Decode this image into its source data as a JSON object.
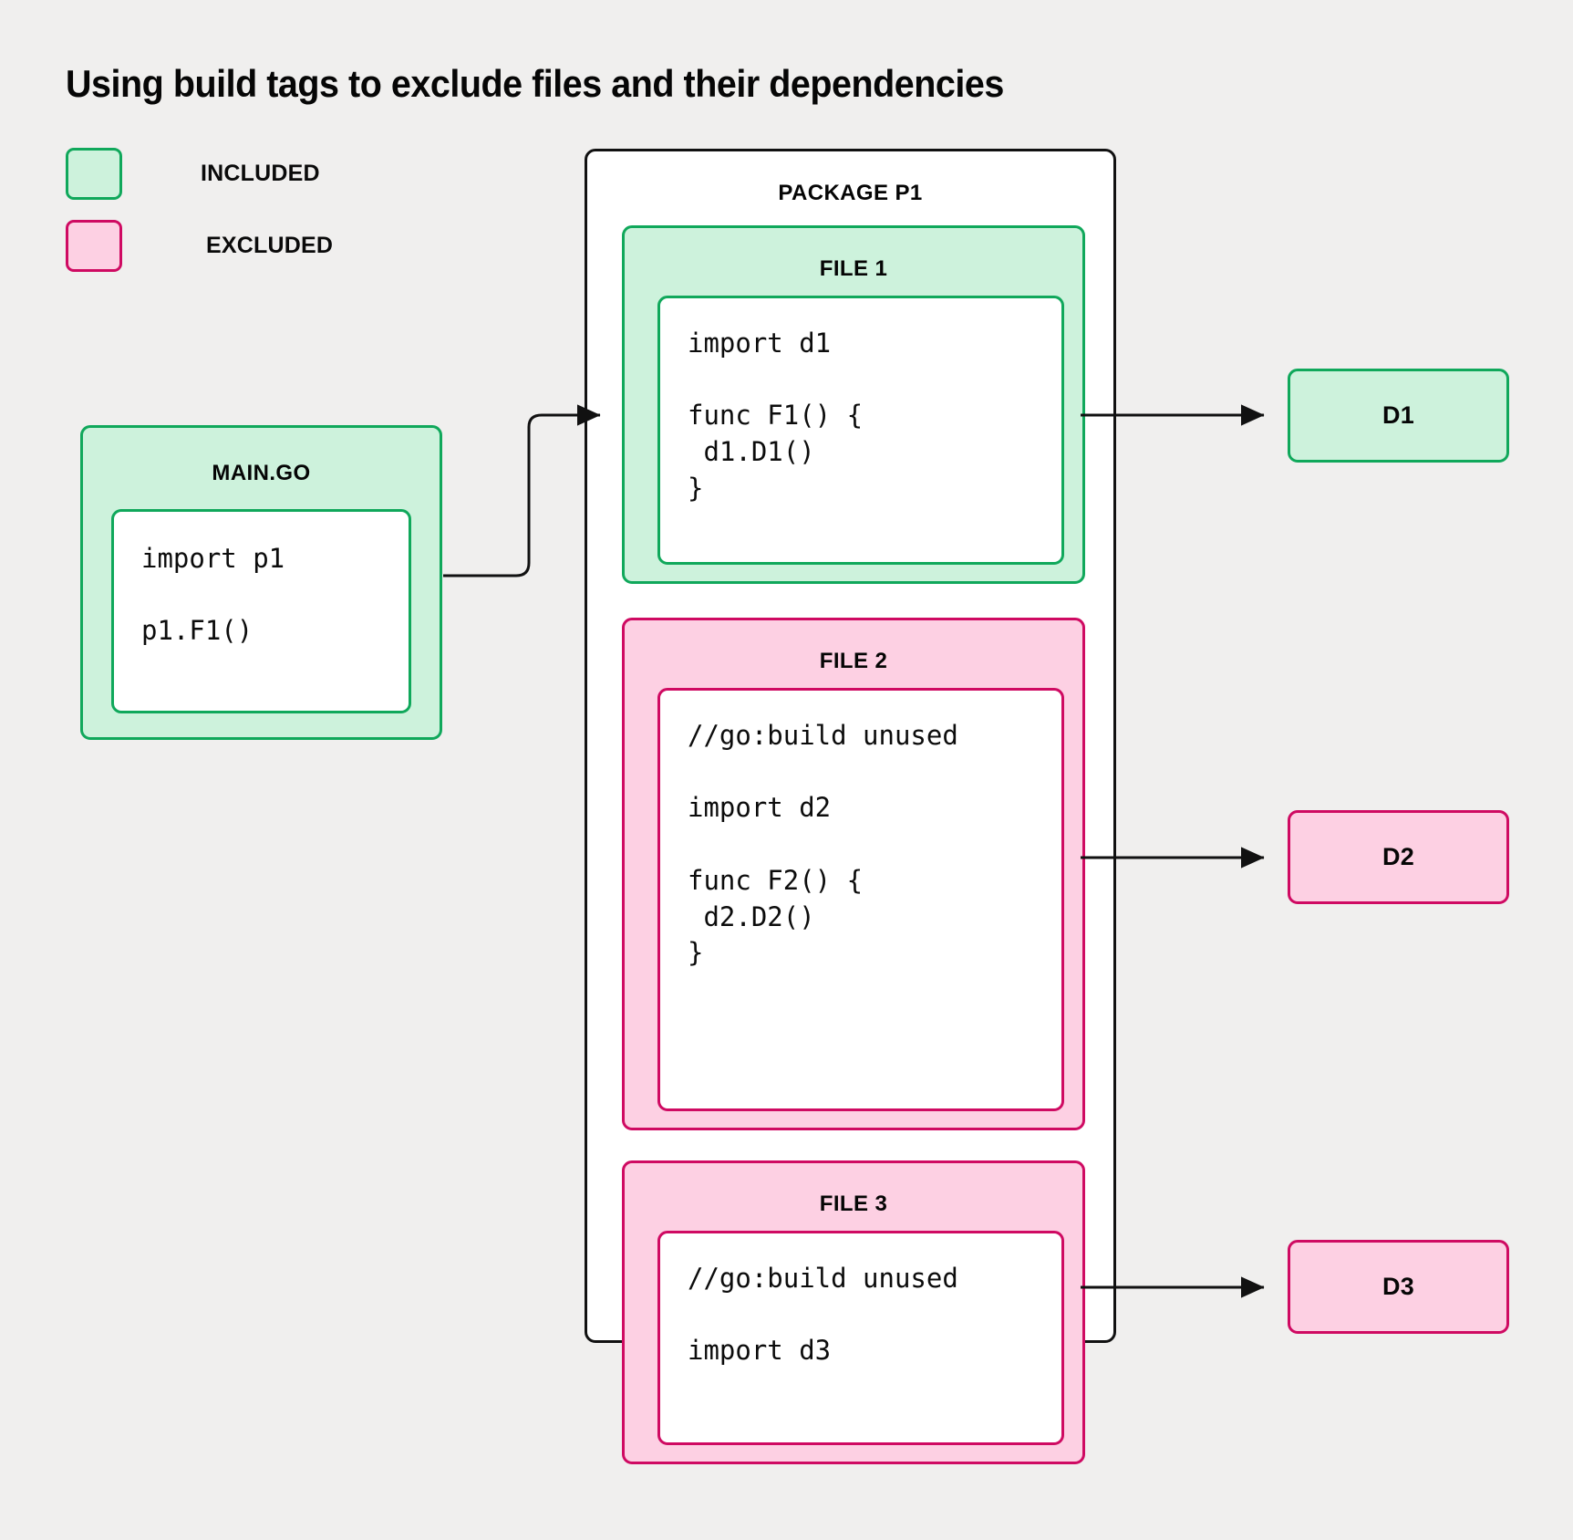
{
  "title": "Using build tags to exclude files and their dependencies",
  "legend": {
    "items": [
      {
        "label": "INCLUDED",
        "state": "included",
        "fill": "#cdf2dc",
        "stroke": "#10a85b"
      },
      {
        "label": "EXCLUDED",
        "state": "excluded",
        "fill": "#fdd0e3",
        "stroke": "#cf0a62"
      }
    ]
  },
  "package": {
    "title": "PACKAGE P1",
    "files": [
      {
        "title": "FILE 1",
        "state": "included",
        "code": "import d1\n\nfunc F1() {\n d1.D1()\n}"
      },
      {
        "title": "FILE 2",
        "state": "excluded",
        "code": "//go:build unused\n\nimport d2\n\nfunc F2() {\n d2.D2()\n}"
      },
      {
        "title": "FILE 3",
        "state": "excluded",
        "code": "//go:build unused\n\nimport d3"
      }
    ]
  },
  "main_go": {
    "title": "MAIN.GO",
    "state": "included",
    "code": "import p1\n\np1.F1()"
  },
  "dependencies": [
    {
      "label": "D1",
      "state": "included"
    },
    {
      "label": "D2",
      "state": "excluded"
    },
    {
      "label": "D3",
      "state": "excluded"
    }
  ],
  "edges": [
    {
      "from": "main.go",
      "to": "file 1"
    },
    {
      "from": "file 1",
      "to": "D1"
    },
    {
      "from": "file 2",
      "to": "D2"
    },
    {
      "from": "file 3",
      "to": "D3"
    }
  ],
  "colors": {
    "background": "#f0efee",
    "included_fill": "#cdf2dc",
    "included_stroke": "#10a85b",
    "excluded_fill": "#fdd0e3",
    "excluded_stroke": "#cf0a62",
    "box_stroke": "#111111",
    "text": "#060606"
  }
}
